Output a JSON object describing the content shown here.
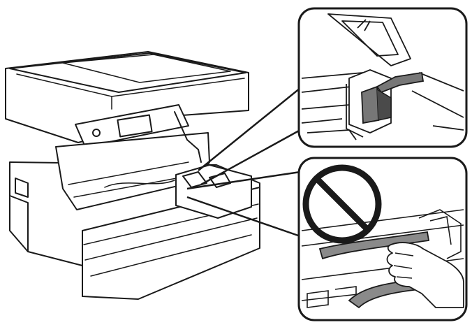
{
  "figure": {
    "printer": {
      "icon": "printer-illustration",
      "cover_state": "open"
    },
    "callouts": [
      {
        "id": "top",
        "icon": "ink-tank-cap-detail",
        "meaning": "correct"
      },
      {
        "id": "bottom",
        "icon": "prohibited-icon",
        "meaning": "do-not-touch-cable"
      }
    ],
    "colors": {
      "line": "#1a1a1a",
      "paper": "#ffffff",
      "highlight": "#777777",
      "cable": "#8a8a8a"
    }
  }
}
